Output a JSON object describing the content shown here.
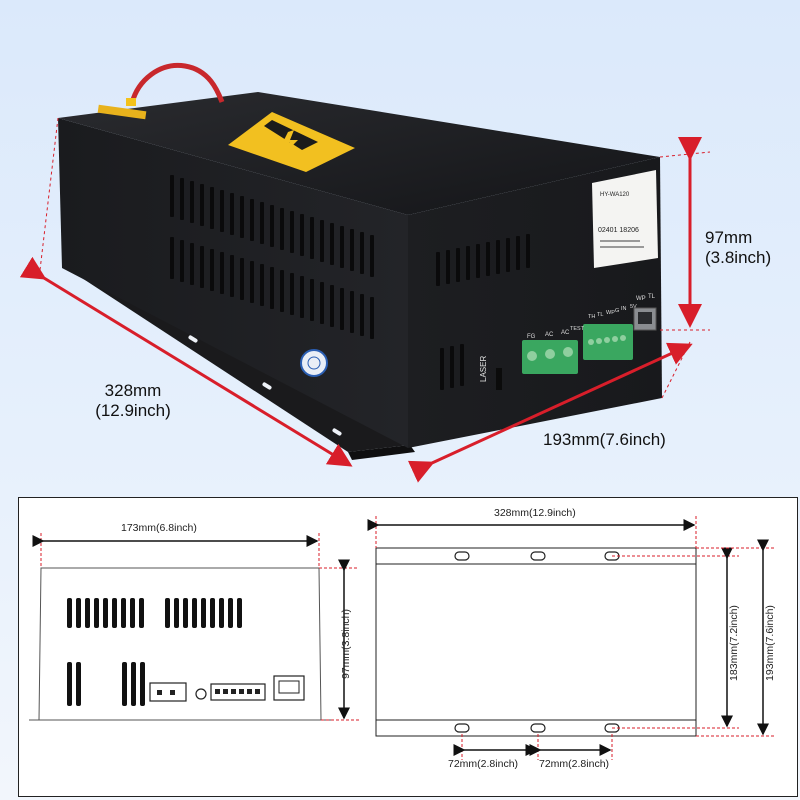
{
  "photo": {
    "dim_length": {
      "mm": "328mm",
      "inch": "(12.9inch)"
    },
    "dim_width": "193mm(7.6inch)",
    "dim_height": {
      "mm": "97mm",
      "inch": "(3.8inch)"
    },
    "label_model": "HY-WA120",
    "label_serial": "02401 18206",
    "port_labels": {
      "laser": "LASER",
      "fg": "FG",
      "ac1": "AC",
      "ac2": "AC",
      "test": "TEST",
      "th": "TH",
      "tl": "TL",
      "wp": "WP",
      "g": "G",
      "in": "IN",
      "fv": "5V",
      "rj_wp": "WP",
      "rj_tl": "TL"
    }
  },
  "drawing": {
    "front_width": "173mm(6.8inch)",
    "front_height": "97mm(3.8inch)",
    "top_length": "328mm(12.9inch)",
    "top_inner": "183mm(7.2inch)",
    "top_outer": "193mm(7.6inch)",
    "hole_spacing_1": "72mm(2.8inch)",
    "hole_spacing_2": "72mm(2.8inch)"
  },
  "colors": {
    "dimension_red": "#d81e2a",
    "case_black": "#1c1d20",
    "terminal_green": "#3aa760",
    "warning_yellow": "#e9b51b"
  }
}
